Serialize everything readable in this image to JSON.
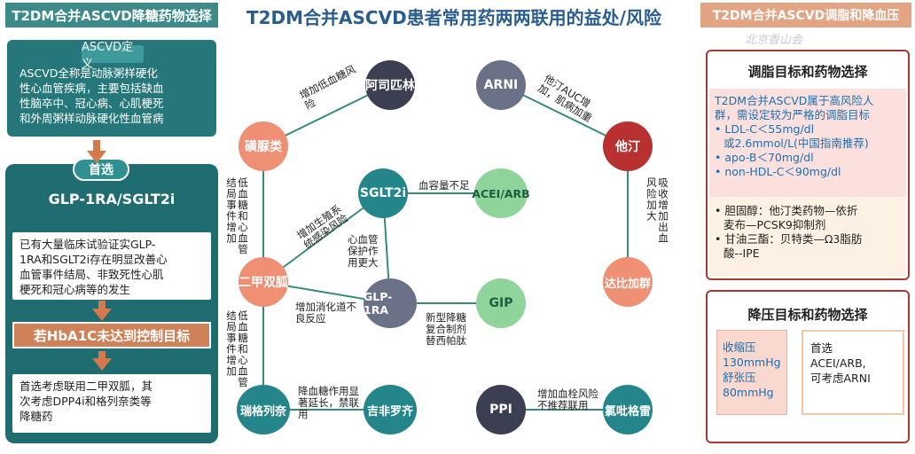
{
  "left": {
    "header": "T2DM合并ASCVD降糖药物选择",
    "definition_title": "ASCVD定义",
    "definition_lines": [
      "ASCVD全称是动脉粥样硬化",
      "性心血管疾病，主要包括缺血",
      "性脑卒中、冠心病、心肌梗死",
      "和外周粥样动脉硬化性血管病"
    ],
    "preferred_label": "首选",
    "preferred_drugs": "GLP-1RA/SGLT2i",
    "evidence_lines": [
      "已有大量临床试验证实GLP-",
      "1RA和SGLT2i存在明显改善心",
      "血管事件结局、非致死性心肌",
      "梗死和冠心病等的发生"
    ],
    "hba1c_bar": "若HbA1C未达到控制目标",
    "next_lines": [
      "首选考虑联用二甲双胍，其",
      "次考虑DPP4i和格列奈类等",
      "降糖药"
    ]
  },
  "center": {
    "title": "T2DM合并ASCVD患者常用药两两联用的益处/风险",
    "nodes": {
      "aspirin": "阿司匹林",
      "sulfonylurea": "磺脲类",
      "sglt2i": "SGLT2i",
      "acei_arb": "ACEI/ARB",
      "metformin": "二甲双胍",
      "glp1ra": "GLP-1RA",
      "gip": "GIP",
      "repaglinide": "瑞格列奈",
      "acarbose": "吉非罗齐",
      "arni": "ARNI",
      "statin": "他汀",
      "dabigatran": "达比加群",
      "ppi": "PPI",
      "clopidogrel": "氯吡格雷"
    },
    "edge_labels": {
      "sulf_aspirin": "增加低血糖风险",
      "sulf_met": "低血糖和心血管结局事件增加",
      "sglt2_acei": "血容量不足",
      "met_sglt2": "增加生殖系统感染风险",
      "sglt2_glp1": "心血管保护作用更大",
      "met_glp1": "增加消化道不良反应",
      "gip_glp1": "新型降糖复合制剂替西帕肽",
      "met_rep": "低血糖和心血管结局事件增加",
      "rep_gem": "降血糖作用显著延长，禁联用",
      "arni_statin": "他汀AUC增加，肌病加重",
      "statin_dab": "吸收增加出血风险加大",
      "ppi_clop": "增加血栓风险不推荐联用"
    }
  },
  "right": {
    "header": "T2DM合并ASCVD调脂和降血压",
    "watermark": "北京香山会",
    "lipid_title": "调脂目标和药物选择",
    "lipid_intro": [
      "T2DM合并ASCVD属于高风险人",
      "群，需设定较为严格的调脂目标"
    ],
    "lipid_targets": [
      "LDL-C＜55mg/dl",
      "或2.6mmol/L(中国指南推荐)",
      "apo-B＜70mg/dl",
      "non-HDL-C＜90mg/dl"
    ],
    "lipid_drugs": [
      "胆固醇：他汀类药物—依折",
      "麦布—PCSK9抑制剂",
      "甘油三酯：贝特类—Ω3脂肪",
      "酸--IPE"
    ],
    "bp_title": "降压目标和药物选择",
    "bp_targets": [
      "收缩压",
      "130mmHg",
      "舒张压",
      "80mmHg"
    ],
    "bp_drugs": [
      "首选",
      "ACEI/ARB,",
      "可考虑ARNI"
    ]
  }
}
